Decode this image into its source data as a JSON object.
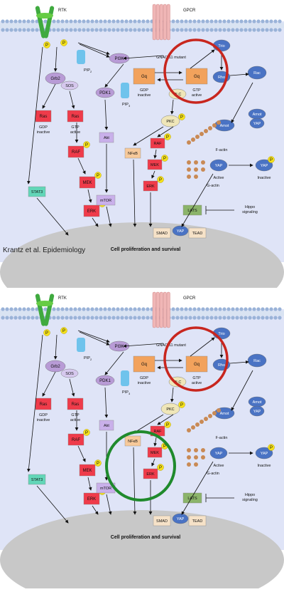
{
  "colors": {
    "cell_bg": "#dfe4f7",
    "membrane": "#9ab3d8",
    "nucleus": "#c8c8c8",
    "highlight_red": "#c8261e",
    "highlight_green": "#1f8a2c",
    "ras_family": "#ef3b4a",
    "phospho": "#f5e11a",
    "kinase_purple": "#b89bd6",
    "pip_blue": "#6fc3ec",
    "gpcr_pink": "#f0b6b6",
    "gq": "#f2a25c",
    "blue_node": "#4a73c4",
    "teal": "#62d6b8",
    "lats_green": "#8bb46a",
    "nfkb_orange": "#f7c99a"
  },
  "panels": [
    {
      "labels": {
        "rtk": "RTK",
        "gpcr": "GPCR",
        "gnaq": "GNAQ/11 mutant",
        "pi3k": "PI3K",
        "pip2": "PIP",
        "pip2_sub": "2",
        "pip3": "PIP",
        "pip3_sub": "3",
        "grb2": "Grb2",
        "sos": "SOS",
        "pdk1": "PDK1",
        "ras": "Ras",
        "ras_gdp": "GDP inactive",
        "ras_gtp": "GTP active",
        "raf": "RAF",
        "mek": "MEK",
        "erk": "ERK",
        "stat3": "STAT3",
        "akt": "Akt",
        "mtor": "mTOR",
        "gq": "Gq",
        "gq_gdp": "GDP inactive",
        "gq_gtp": "GTP active",
        "plc": "PLC",
        "pkc": "PKC",
        "nfkb": "NFκB",
        "trio": "Trio",
        "rho": "Rho",
        "rac": "Rac",
        "amot": "Amot",
        "f_actin": "F-actin",
        "g_actin": "G-actin",
        "yap": "YAP",
        "yap_active": "Active",
        "yap_inactive": "Inactive",
        "lats": "LATS",
        "hippo": "Hippo signaling",
        "smad": "SMAD",
        "tead": "TEAD",
        "p": "P",
        "nucleus": "Cell proliferation and survival"
      },
      "caption": "Krantz et al. Epidemiology",
      "red_circle": true,
      "green_circle": false
    },
    {
      "labels": {
        "rtk": "RTK",
        "gpcr": "GPCR",
        "gnaq": "GNAQ/11 mutant",
        "pi3k": "PI3K",
        "pip2": "PIP",
        "pip2_sub": "2",
        "pip3": "PIP",
        "pip3_sub": "3",
        "grb2": "Grb2",
        "sos": "SOS",
        "pdk1": "PDK1",
        "ras": "Ras",
        "ras_gdp": "GDP inactive",
        "ras_gtp": "GTP active",
        "raf": "RAF",
        "mek": "MEK",
        "erk": "ERK",
        "stat3": "STAT3",
        "akt": "Akt",
        "mtor": "mTOR",
        "gq": "Gq",
        "gq_gdp": "GDP inactive",
        "gq_gtp": "GTP active",
        "plc": "PLC",
        "pkc": "PKC",
        "nfkb": "NFκB",
        "trio": "Trio",
        "rho": "Rho",
        "rac": "Rac",
        "amot": "Amot",
        "f_actin": "F-actin",
        "g_actin": "G-actin",
        "yap": "YAP",
        "yap_active": "Active",
        "yap_inactive": "Inactive",
        "lats": "LATS",
        "hippo": "Hippo signaling",
        "smad": "SMAD",
        "tead": "TEAD",
        "p": "P",
        "nucleus": "Cell proliferation and survival"
      },
      "caption": "",
      "red_circle": true,
      "green_circle": true
    }
  ]
}
